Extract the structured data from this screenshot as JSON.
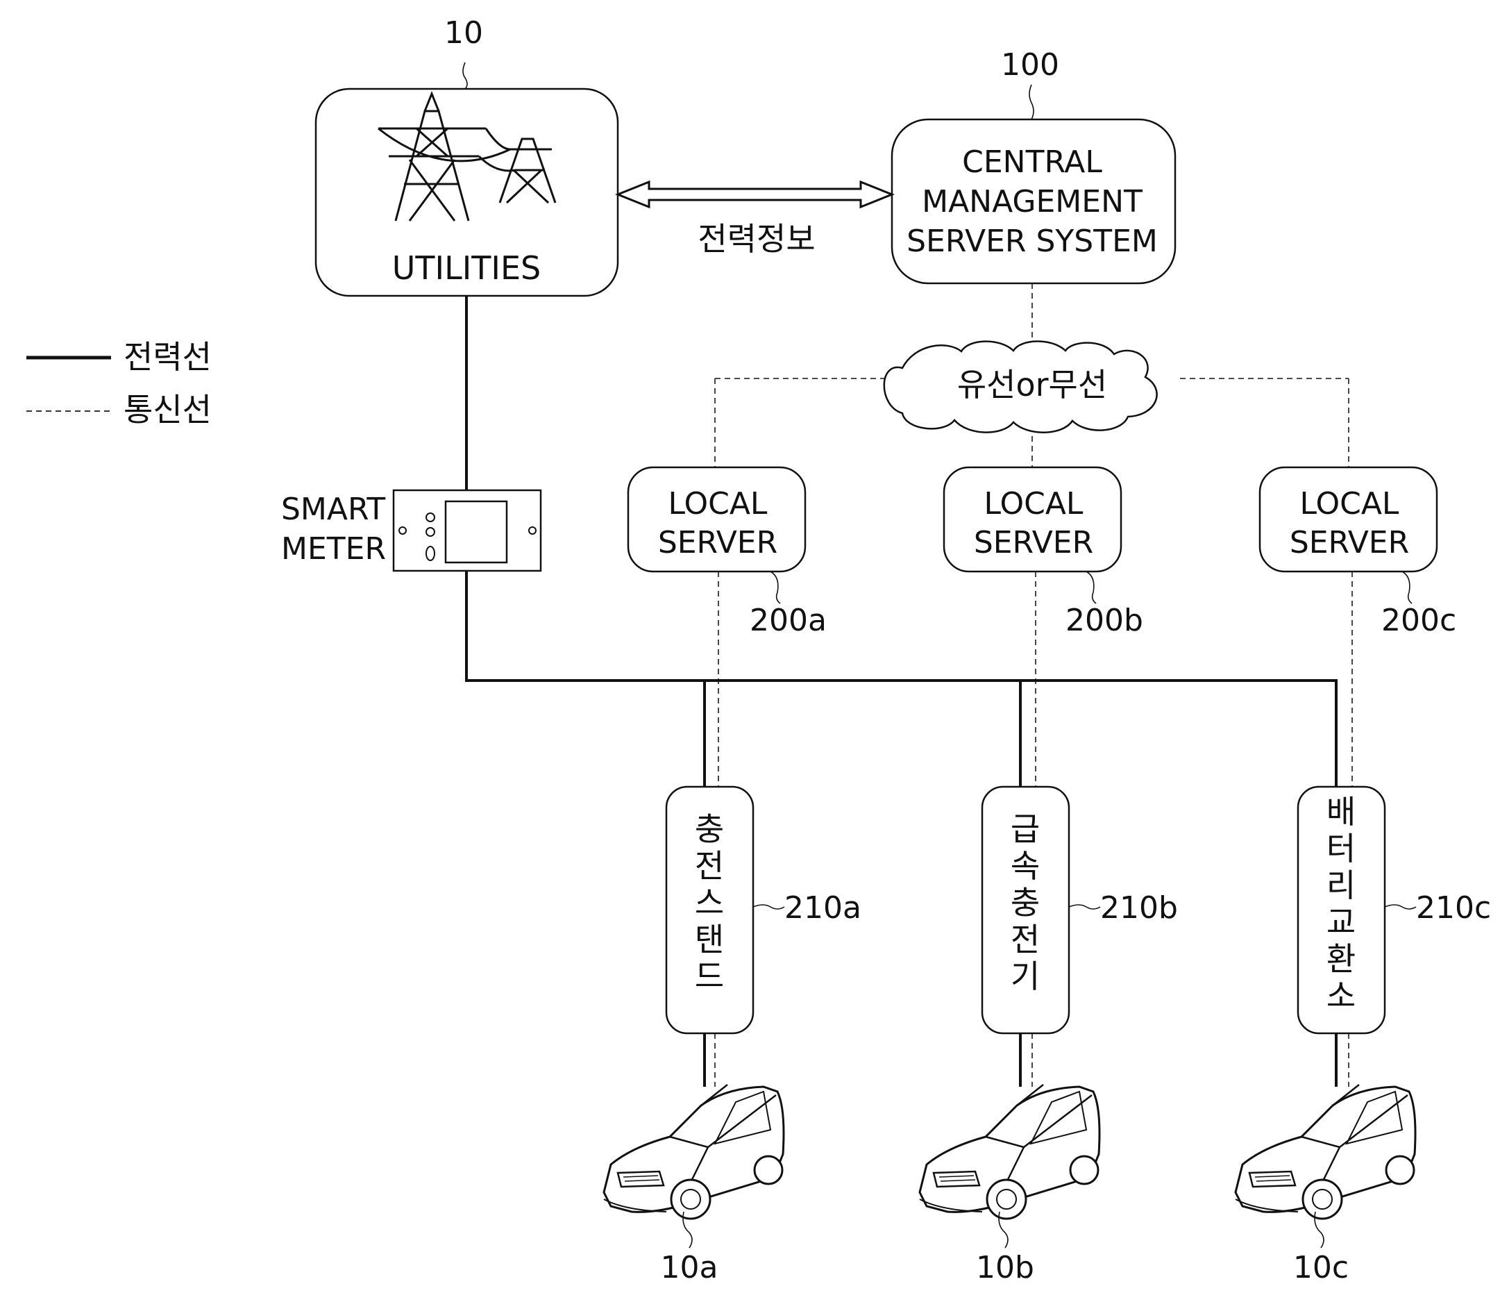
{
  "refs": {
    "utilities": "10",
    "central": "100",
    "local_a": "200a",
    "local_b": "200b",
    "local_c": "200c",
    "station_a": "210a",
    "station_b": "210b",
    "station_c": "210c",
    "car_a": "10a",
    "car_b": "10b",
    "car_c": "10c"
  },
  "utilities": {
    "label": "UTILITIES"
  },
  "central": {
    "line1": "CENTRAL",
    "line2": "MANAGEMENT",
    "line3": "SERVER  SYSTEM"
  },
  "link_label": "전력정보",
  "cloud_label": "유선or무선",
  "legend": {
    "power_line": "전력선",
    "comm_line": "통신선"
  },
  "smart_meter": {
    "line1": "SMART",
    "line2": "METER"
  },
  "local_server": {
    "line1": "LOCAL",
    "line2": "SERVER"
  },
  "stations": {
    "a": [
      "충",
      "전",
      "스",
      "탠",
      "드"
    ],
    "b": [
      "급",
      "속",
      "충",
      "전",
      "기"
    ],
    "c": [
      "배",
      "터",
      "리",
      "교",
      "환",
      "소"
    ]
  }
}
